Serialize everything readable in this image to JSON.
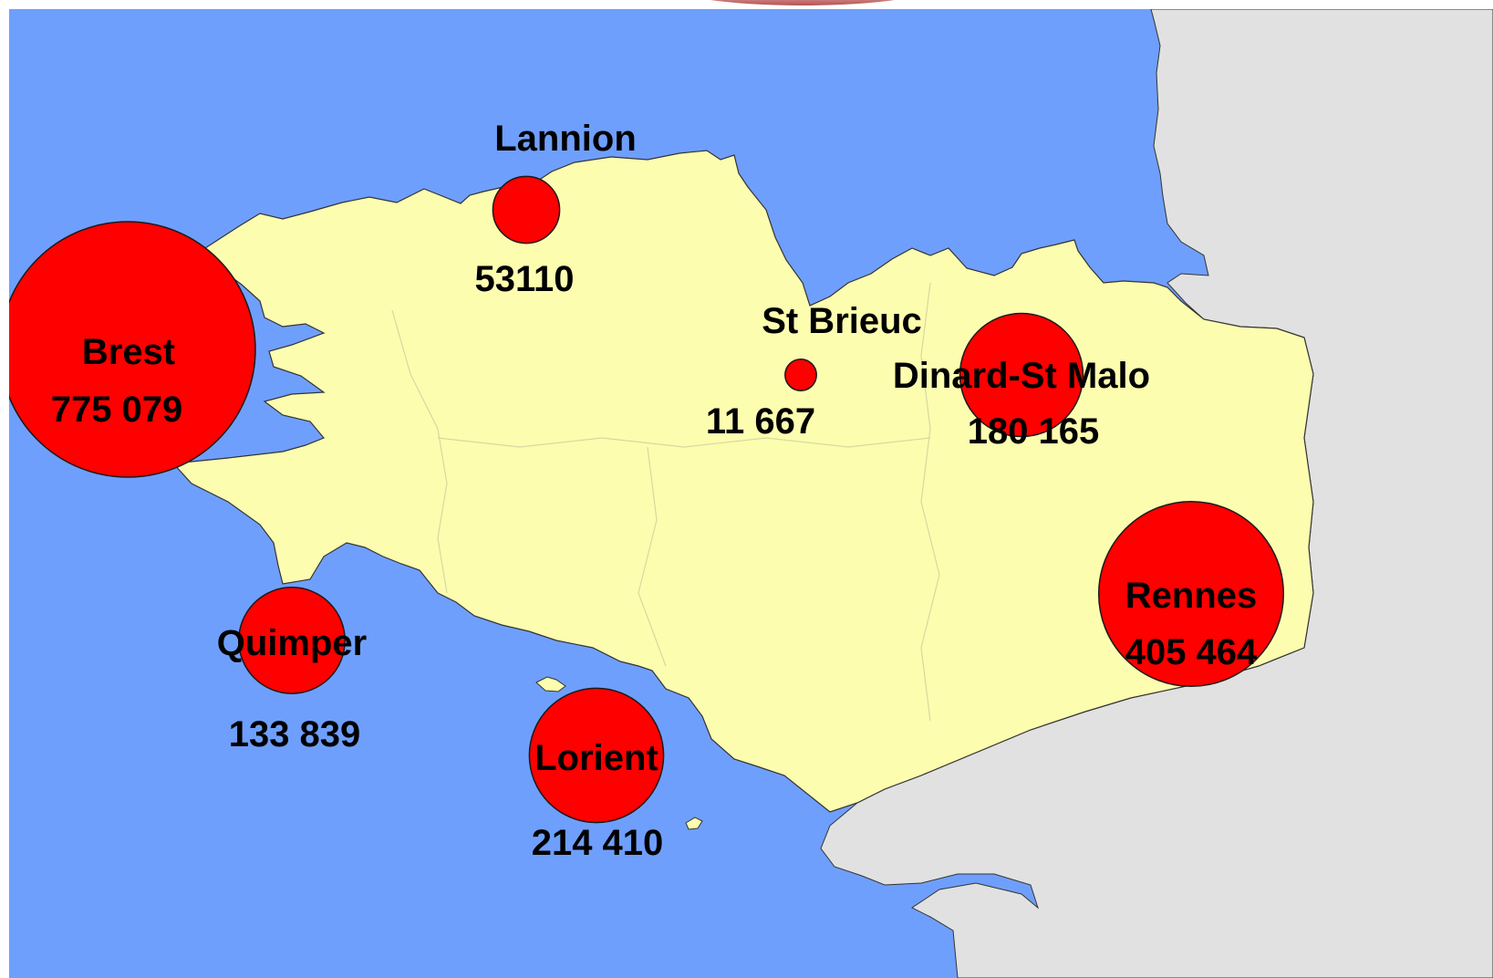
{
  "colors": {
    "sea": "#6f9ffc",
    "land": "#fdfdb0",
    "land_border": "#d8d8a0",
    "neighbor_land": "#e1e1e1",
    "circle_fill": "#ff0000",
    "circle_stroke": "#1a1a1a"
  },
  "cities": [
    {
      "id": "lannion",
      "name": "Lannion",
      "value": "53110",
      "amount": 53110
    },
    {
      "id": "brest",
      "name": "Brest",
      "value": "775 079",
      "amount": 775079
    },
    {
      "id": "st-brieuc",
      "name": "St Brieuc",
      "value": "11 667",
      "amount": 11667
    },
    {
      "id": "dinard-st-malo",
      "name": "Dinard-St Malo",
      "value": "180 165",
      "amount": 180165
    },
    {
      "id": "rennes",
      "name": "Rennes",
      "value": "405 464",
      "amount": 405464
    },
    {
      "id": "quimper",
      "name": "Quimper",
      "value": "133 839",
      "amount": 133839
    },
    {
      "id": "lorient",
      "name": "Lorient",
      "value": "214 410",
      "amount": 214410
    }
  ]
}
